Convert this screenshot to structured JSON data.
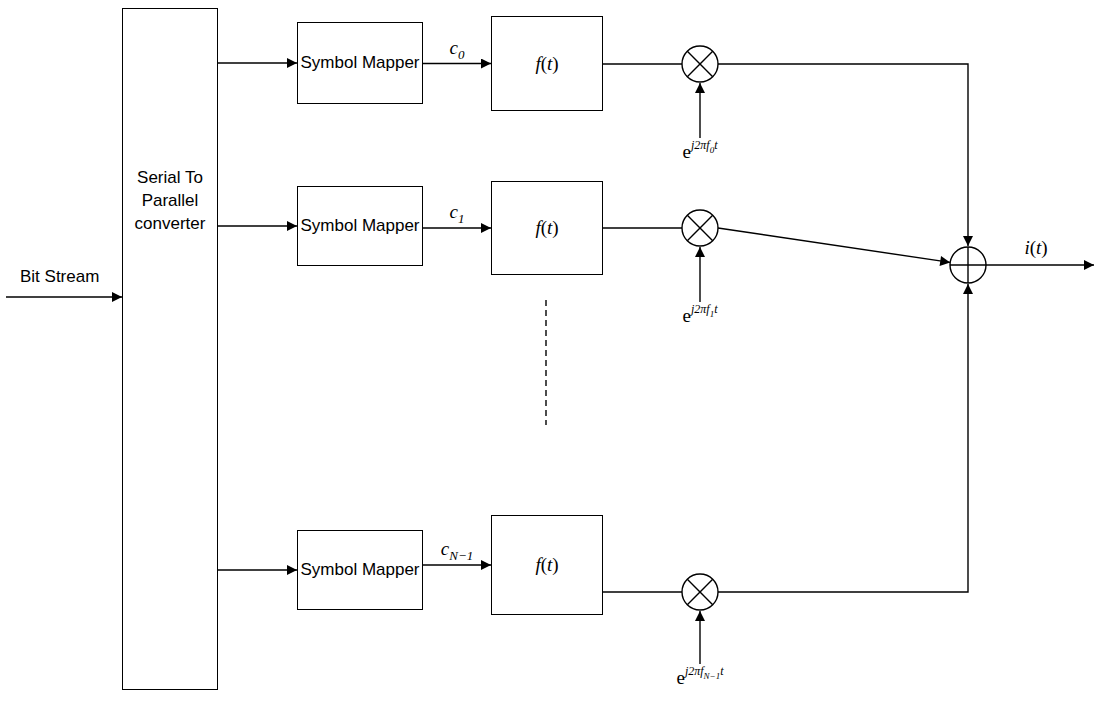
{
  "diagram": {
    "nodes": [
      {
        "text": [
          "Serial To Parallel converter"
        ]
      },
      {
        "text": [
          "Symbol Mapper"
        ]
      },
      {
        "text": [
          "Symbol Mapper"
        ]
      },
      {
        "text": [
          "Symbol Mapper"
        ]
      },
      {
        "text": [
          "f(t)"
        ]
      },
      {
        "text": [
          "f(t)"
        ]
      },
      {
        "text": [
          "f(t)"
        ]
      }
    ],
    "edges": [
      {
        "from": 0,
        "to": 1,
        "arrow": "to"
      },
      {
        "from": 0,
        "to": 2,
        "arrow": "to"
      },
      {
        "from": 0,
        "to": 3,
        "arrow": "to"
      },
      {
        "from": 1,
        "to": 4,
        "label": "c0",
        "arrow": "to"
      },
      {
        "from": 2,
        "to": 5,
        "label": "c1",
        "arrow": "to"
      },
      {
        "from": 3,
        "to": 6,
        "label": "cN−1",
        "arrow": "to"
      }
    ],
    "labels": [
      "Bit Stream",
      "ej2πf0t",
      "ej2πf1t",
      "ej2πfN−1t",
      "i(t)"
    ]
  }
}
